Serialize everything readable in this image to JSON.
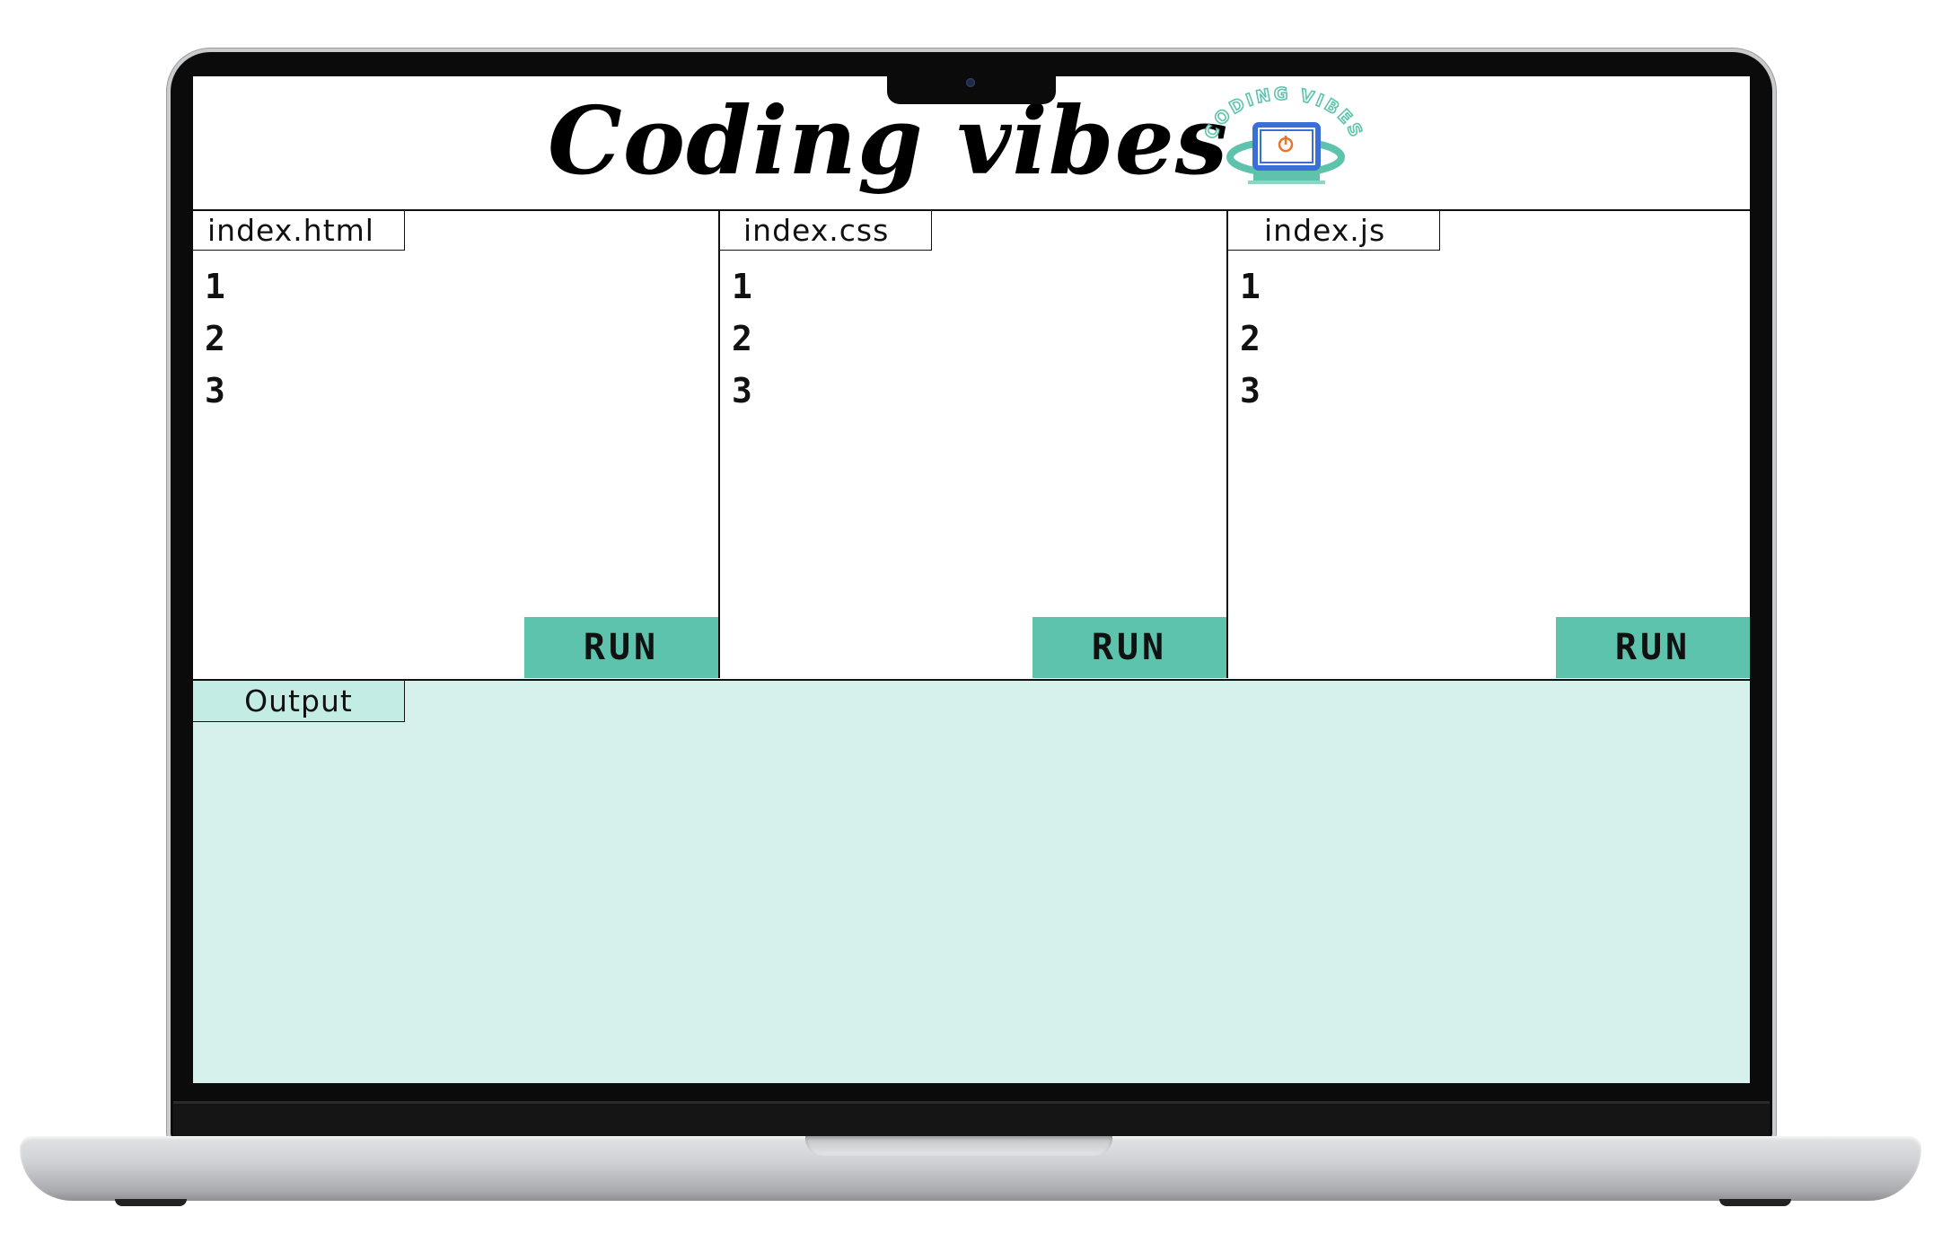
{
  "header": {
    "title": "Coding vibes",
    "logo_text": "CODING VIBES"
  },
  "editors": [
    {
      "tab_label": "index.html",
      "line_numbers": [
        "1",
        "2",
        "3"
      ],
      "run_label": "RUN"
    },
    {
      "tab_label": "index.css",
      "line_numbers": [
        "1",
        "2",
        "3"
      ],
      "run_label": "RUN"
    },
    {
      "tab_label": "index.js",
      "line_numbers": [
        "1",
        "2",
        "3"
      ],
      "run_label": "RUN"
    }
  ],
  "output": {
    "tab_label": "Output"
  },
  "colors": {
    "accent": "#5ec3ad",
    "output_bg": "#d6f0eb",
    "output_tab_bg": "#c2ece4",
    "logo_blue": "#3a6fd8",
    "logo_teal": "#5ec3ad",
    "power_orange": "#e8752a"
  },
  "icons": [
    "laptop-logo-icon",
    "power-icon",
    "camera-icon"
  ]
}
